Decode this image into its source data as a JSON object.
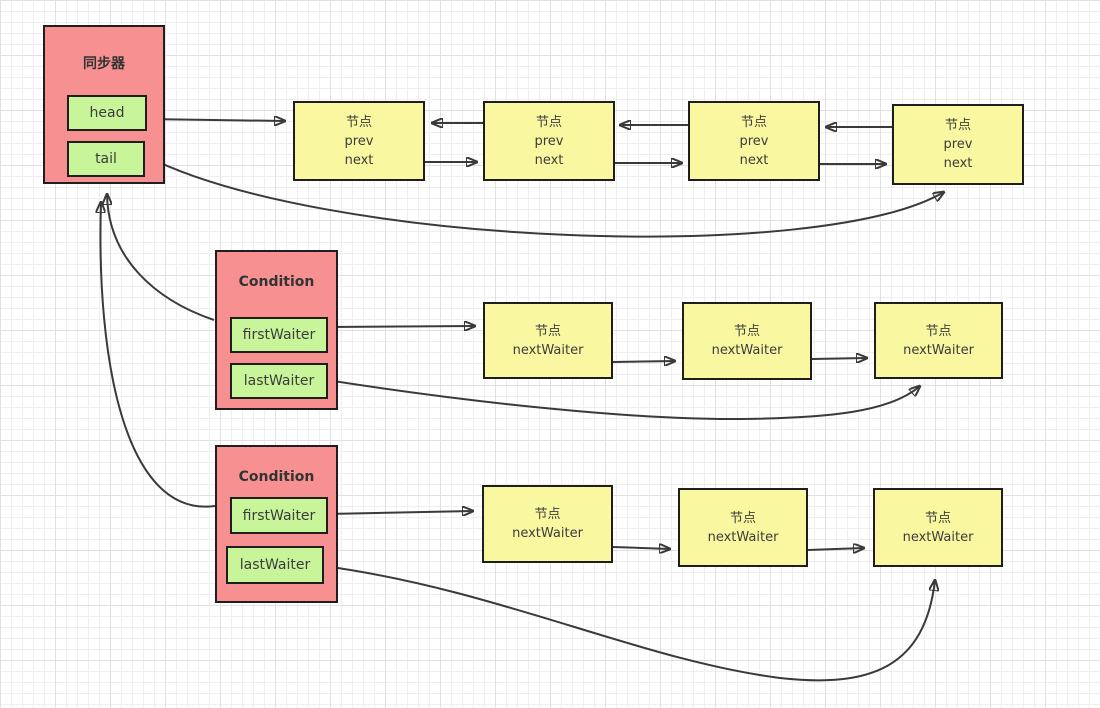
{
  "synchronizer": {
    "title": "同步器",
    "head_label": "head",
    "tail_label": "tail"
  },
  "queue_nodes": [
    {
      "line1": "节点",
      "line2": "prev",
      "line3": "next"
    },
    {
      "line1": "节点",
      "line2": "prev",
      "line3": "next"
    },
    {
      "line1": "节点",
      "line2": "prev",
      "line3": "next"
    },
    {
      "line1": "节点",
      "line2": "prev",
      "line3": "next"
    }
  ],
  "condition1": {
    "title": "Condition",
    "first_label": "firstWaiter",
    "last_label": "lastWaiter",
    "nodes": [
      {
        "line1": "节点",
        "line2": "nextWaiter"
      },
      {
        "line1": "节点",
        "line2": "nextWaiter"
      },
      {
        "line1": "节点",
        "line2": "nextWaiter"
      }
    ]
  },
  "condition2": {
    "title": "Condition",
    "first_label": "firstWaiter",
    "last_label": "lastWaiter",
    "nodes": [
      {
        "line1": "节点",
        "line2": "nextWaiter"
      },
      {
        "line1": "节点",
        "line2": "nextWaiter"
      },
      {
        "line1": "节点",
        "line2": "nextWaiter"
      }
    ]
  },
  "colors": {
    "container_fill": "#f79090",
    "pointer_fill": "#c9f59a",
    "node_fill": "#f9f8a0",
    "border": "#1e1e1e",
    "edge": "#3a3a3a"
  }
}
